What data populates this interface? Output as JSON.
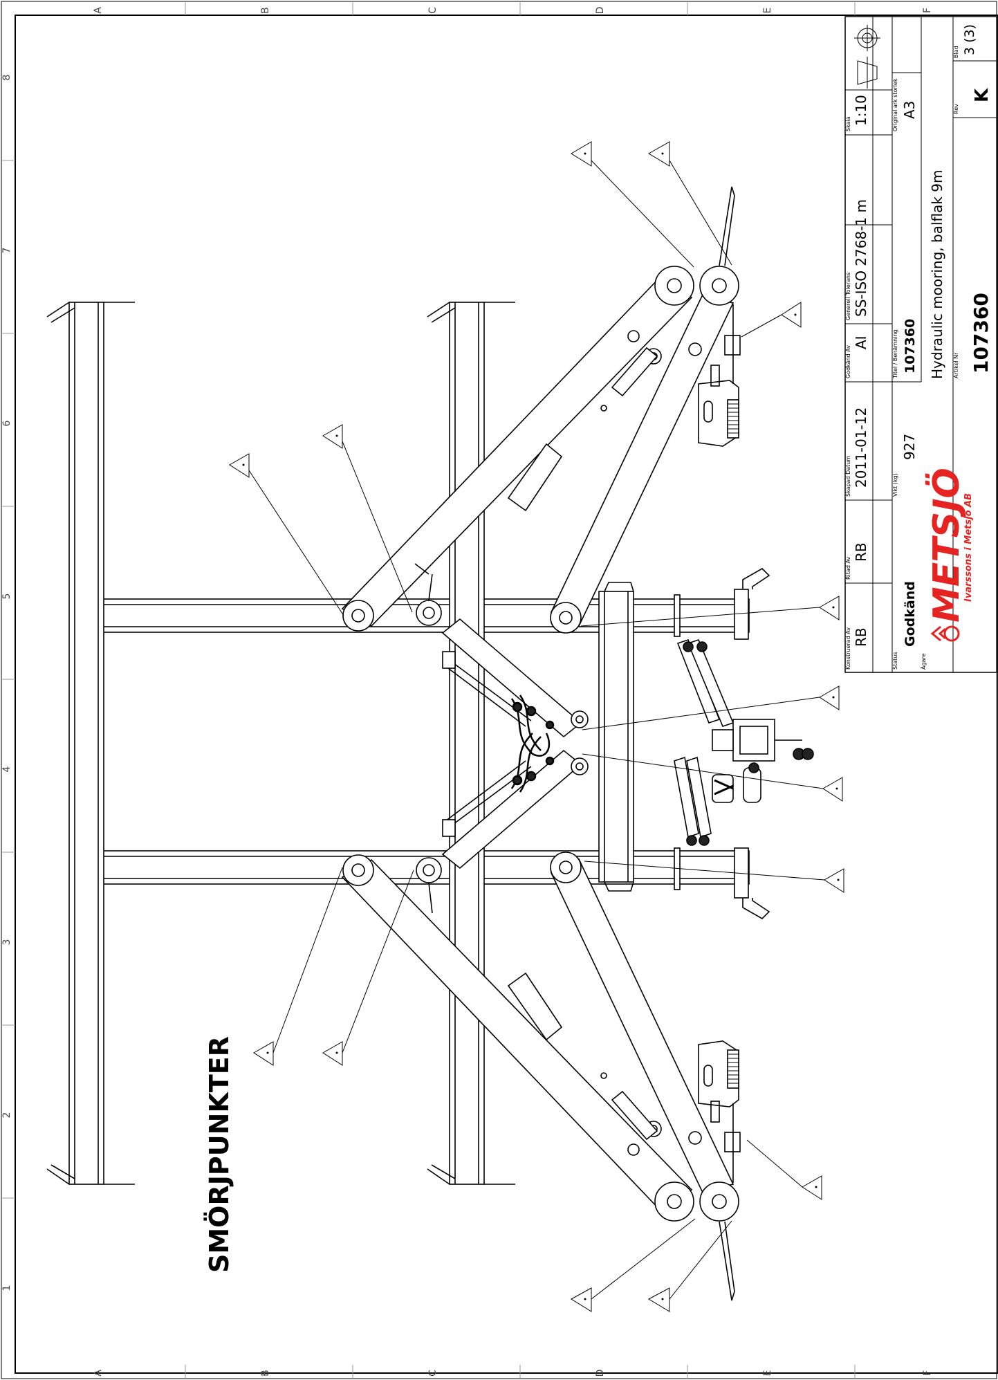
{
  "sheet": {
    "title": "SMÖRJPUNKTER",
    "border_rows": [
      "A",
      "B",
      "C",
      "D",
      "E",
      "F"
    ],
    "border_cols": [
      "8",
      "7",
      "6",
      "5",
      "4",
      "3",
      "2",
      "1"
    ]
  },
  "title_block": {
    "konstruerad_av_label": "Konstruerad Av",
    "konstruerad_av": "RB",
    "ritad_av_label": "Ritad Av",
    "ritad_av": "RB",
    "skapad_datum_label": "Skapad Datum",
    "skapad_datum": "2011-01-12",
    "godkand_av_label": "Godkänd Av",
    "godkand_av": "AI",
    "generell_tolerans_label": "Generell Tolerans",
    "generell_tolerans": "SS-ISO 2768-1 m",
    "skala_label": "Skala",
    "skala": "1:10",
    "status_label": "Status",
    "status": "Godkänd",
    "vikt_label": "Vikt (kg)",
    "vikt": "927",
    "titel_label": "Titel / Benämning",
    "titel_nr": "107360",
    "benamning": "Hydraulic mooring, balflak 9m",
    "original_label": "Original ark storlek",
    "original": "A3",
    "agare_label": "Ägare",
    "artikel_label": "Artikel Nr",
    "artikel": "107360",
    "rev_label": "Rev",
    "rev": "K",
    "blad_label": "Blad",
    "blad": "3 (3)",
    "logo_text": "METSJÖ",
    "logo_sub": "Ivarssons i Metsjö AB",
    "logo_color": "#e52421"
  }
}
